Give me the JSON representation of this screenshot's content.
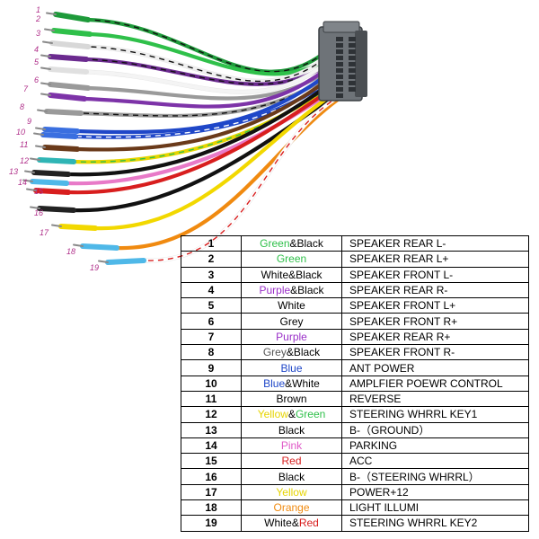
{
  "pin_labels": [
    "1",
    "2",
    "3",
    "4",
    "5",
    "6",
    "7",
    "8",
    "9",
    "10",
    "11",
    "12",
    "13",
    "14",
    "15",
    "16",
    "17",
    "18",
    "19"
  ],
  "wires": [
    {
      "pin": "1",
      "color": "#1e9a3a",
      "stripe": "#111111",
      "tip": "#1e9a3a"
    },
    {
      "pin": "2",
      "color": "#2fc04a",
      "stripe": "",
      "tip": "#2fc04a"
    },
    {
      "pin": "3",
      "color": "#f0f0f0",
      "stripe": "#111111",
      "tip": "#d8d8d8"
    },
    {
      "pin": "4",
      "color": "#6b2a8f",
      "stripe": "#111111",
      "tip": "#6b2a8f"
    },
    {
      "pin": "5",
      "color": "#f4f4f4",
      "stripe": "",
      "tip": "#e0e0e0"
    },
    {
      "pin": "6",
      "color": "#9a9a9a",
      "stripe": "",
      "tip": "#9a9a9a"
    },
    {
      "pin": "7",
      "color": "#7d33a8",
      "stripe": "",
      "tip": "#7d33a8"
    },
    {
      "pin": "8",
      "color": "#9a9a9a",
      "stripe": "#111111",
      "tip": "#9a9a9a"
    },
    {
      "pin": "9",
      "color": "#1f47c8",
      "stripe": "",
      "tip": "#3a6fe0"
    },
    {
      "pin": "10",
      "color": "#1f47c8",
      "stripe": "#ffffff",
      "tip": "#3a6fe0"
    },
    {
      "pin": "11",
      "color": "#6a3a1a",
      "stripe": "",
      "tip": "#6a3a1a"
    },
    {
      "pin": "12",
      "color": "#e6d400",
      "stripe": "#2fc04a",
      "tip": "#2fb5b5"
    },
    {
      "pin": "13",
      "color": "#111111",
      "stripe": "",
      "tip": "#222222"
    },
    {
      "pin": "14",
      "color": "#e87ac8",
      "stripe": "",
      "tip": "#4fb8e8"
    },
    {
      "pin": "15",
      "color": "#d81e1e",
      "stripe": "",
      "tip": "#d81e1e"
    },
    {
      "pin": "16",
      "color": "#111111",
      "stripe": "",
      "tip": "#222222"
    },
    {
      "pin": "17",
      "color": "#f2d800",
      "stripe": "",
      "tip": "#f2d800"
    },
    {
      "pin": "18",
      "color": "#f08a10",
      "stripe": "",
      "tip": "#4fb8e8"
    },
    {
      "pin": "19",
      "color": "#ffffff",
      "stripe": "#d81e1e",
      "tip": "#4fb8e8"
    }
  ],
  "table": {
    "rows": [
      {
        "num": "1",
        "color_parts": [
          {
            "text": "Green",
            "color": "#2fc04a"
          },
          {
            "text": "&Black",
            "color": "#000000"
          }
        ],
        "function": "SPEAKER REAR L-"
      },
      {
        "num": "2",
        "color_parts": [
          {
            "text": "Green",
            "color": "#2fc04a"
          }
        ],
        "function": "SPEAKER REAR L+"
      },
      {
        "num": "3",
        "color_parts": [
          {
            "text": "White&Black",
            "color": "#000000"
          }
        ],
        "function": "SPEAKER FRONT L-"
      },
      {
        "num": "4",
        "color_parts": [
          {
            "text": "Purple",
            "color": "#9a2fc8"
          },
          {
            "text": "&Black",
            "color": "#000000"
          }
        ],
        "function": "SPEAKER REAR R-"
      },
      {
        "num": "5",
        "color_parts": [
          {
            "text": "White",
            "color": "#000000"
          }
        ],
        "function": "SPEAKER FRONT L+"
      },
      {
        "num": "6",
        "color_parts": [
          {
            "text": "Grey",
            "color": "#000000"
          }
        ],
        "function": "SPEAKER FRONT R+"
      },
      {
        "num": "7",
        "color_parts": [
          {
            "text": "Purple",
            "color": "#9a2fc8"
          }
        ],
        "function": "SPEAKER REAR R+"
      },
      {
        "num": "8",
        "color_parts": [
          {
            "text": "Grey",
            "color": "#555555"
          },
          {
            "text": "&Black",
            "color": "#000000"
          }
        ],
        "function": "SPEAKER FRONT R-"
      },
      {
        "num": "9",
        "color_parts": [
          {
            "text": "Blue",
            "color": "#1f47c8"
          }
        ],
        "function": "ANT POWER"
      },
      {
        "num": "10",
        "color_parts": [
          {
            "text": "Blue",
            "color": "#1f47c8"
          },
          {
            "text": "&White",
            "color": "#000000"
          }
        ],
        "function": "AMPLFIER POEWR CONTROL"
      },
      {
        "num": "11",
        "color_parts": [
          {
            "text": "Brown",
            "color": "#000000"
          }
        ],
        "function": "REVERSE"
      },
      {
        "num": "12",
        "color_parts": [
          {
            "text": "Yellow",
            "color": "#e6d400"
          },
          {
            "text": "&",
            "color": "#000000"
          },
          {
            "text": "Green",
            "color": "#2fc04a"
          }
        ],
        "function": "STEERING WHRRL KEY1"
      },
      {
        "num": "13",
        "color_parts": [
          {
            "text": "Black",
            "color": "#000000"
          }
        ],
        "function": "B-（GROUND）"
      },
      {
        "num": "14",
        "color_parts": [
          {
            "text": "Pink",
            "color": "#e05ac8"
          }
        ],
        "function": "PARKING"
      },
      {
        "num": "15",
        "color_parts": [
          {
            "text": "Red",
            "color": "#d81e1e"
          }
        ],
        "function": "ACC"
      },
      {
        "num": "16",
        "color_parts": [
          {
            "text": "Black",
            "color": "#000000"
          }
        ],
        "function": "B-（STEERING WHRRL）"
      },
      {
        "num": "17",
        "color_parts": [
          {
            "text": "Yellow",
            "color": "#e6d400"
          }
        ],
        "function": "POWER+12"
      },
      {
        "num": "18",
        "color_parts": [
          {
            "text": "Orange",
            "color": "#f08a10"
          }
        ],
        "function": "LIGHT ILLUMI"
      },
      {
        "num": "19",
        "color_parts": [
          {
            "text": "White&",
            "color": "#000000"
          },
          {
            "text": "Red",
            "color": "#d81e1e"
          }
        ],
        "function": "STEERING WHRRL KEY2"
      }
    ]
  },
  "colors": {
    "pin_label": "#b0308a",
    "connector": "#6e7378",
    "connector_dark": "#4a4e52",
    "table_border": "#000000"
  }
}
